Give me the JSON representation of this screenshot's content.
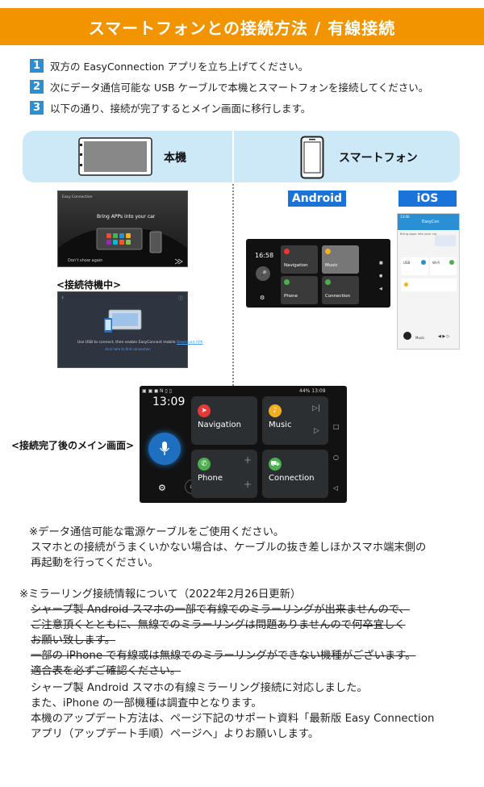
{
  "header": {
    "title": "スマートフォンとの接続方法 / 有線接続"
  },
  "steps": [
    {
      "num": "1",
      "text": "双方の EasyConnection アプリを立ち上げてください。"
    },
    {
      "num": "2",
      "text": "次にデータ通信可能な USB ケーブルで本機とスマートフォンを接続してください。"
    },
    {
      "num": "3",
      "text": "以下の通り、接続が完了するとメイン画面に移行します。"
    }
  ],
  "band": {
    "device_label": "本機",
    "phone_label": "スマートフォン"
  },
  "os_tags": {
    "android": "Android",
    "ios": "iOS",
    "android_color": "#1a73d9",
    "ios_color": "#1a73d9"
  },
  "device_screen1": {
    "tagline": "Bring APPs into your car",
    "dont_show": "Don't show again",
    "logo": "Easy Connection"
  },
  "waiting_caption": "<接続待機中>",
  "device_screen2": {
    "msg": "Use USB to connect, then enable EasyConnect mobile",
    "link": "Download APK",
    "sub": "click here to find connection"
  },
  "android_screen": {
    "time": "16:58",
    "tiles": [
      "Navigation",
      "Music",
      "Phone",
      "Connection"
    ]
  },
  "ios_screen": {
    "time": "13:00",
    "app_title": "EasyCon",
    "hint": "Bring apps into your car",
    "card_usb": "USB",
    "card_wifi": "Wi-fi",
    "music": "Music"
  },
  "main_caption": "<接続完了後のメイン画面>",
  "main_screen": {
    "time": "13:09",
    "status_time": "13:09",
    "battery": "44%",
    "tiles": {
      "navigation": "Navigation",
      "music": "Music",
      "phone": "Phone",
      "connection": "Connection"
    }
  },
  "notes": {
    "n1_l1": "※データ通信可能な電源ケーブルをご使用ください。",
    "n1_l2": "スマホとの接続がうまくいかない場合は、ケーブルの抜き差しほかスマホ端末側の",
    "n1_l3": "再起動を行ってください。",
    "n2_head": "※ミラーリング接続情報について（2022年2月26日更新）",
    "s1": "シャープ製 Android スマホの一部で有線でのミラーリングが出来ませんので、",
    "s2": "ご注意頂くとともに、無線でのミラーリングは問題ありませんので何卒宜しく",
    "s3": "お願い致します。",
    "s4": "一部の iPhone で有線或は無線でのミラーリングができない機種がございます。",
    "s5": "適合表を必ずご確認ください。",
    "l1": "シャープ製 Android スマホの有線ミラーリング接続に対応しました。",
    "l2": "また、iPhone の一部機種は調査中となります。",
    "l3": "本機のアップデート方法は、ページ下記のサポート資料「最新版 Easy Connection",
    "l4": "アプリ（アップデート手順）ページへ」よりお願いします。"
  }
}
